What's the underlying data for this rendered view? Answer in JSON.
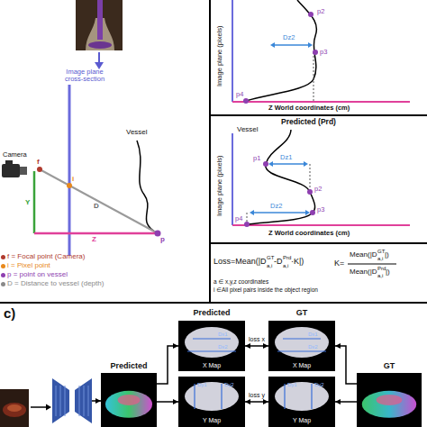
{
  "diagram": {
    "nodes": [
      {
        "text": [
          "Net"
        ]
      },
      {
        "text": [
          "Predicted"
        ]
      },
      {
        "text": [
          "Predicted",
          "X Map",
          "Dx1",
          "Dx2"
        ]
      },
      {
        "text": [
          "GT",
          "X Map",
          "Dx1",
          "Dx2"
        ]
      },
      {
        "text": [
          "Y Map",
          "Dy1",
          "Dy2"
        ]
      },
      {
        "text": [
          "Y Map",
          "Dy1",
          "Dy2"
        ]
      },
      {
        "text": [
          "GT"
        ]
      }
    ],
    "edges": [
      {
        "from": 0,
        "to": 1,
        "arrow": "to"
      },
      {
        "from": 1,
        "to": 2,
        "arrow": "to"
      },
      {
        "from": 1,
        "to": 4,
        "arrow": "to"
      },
      {
        "from": 2,
        "to": 3,
        "label": "loss x",
        "arrow": "both"
      },
      {
        "from": 4,
        "to": 5,
        "label": "loss y",
        "arrow": "both"
      },
      {
        "from": 6,
        "to": 3,
        "arrow": "to"
      },
      {
        "from": 6,
        "to": 5,
        "arrow": "to"
      }
    ],
    "labels": [
      "Image plane cross-section",
      "Vessel",
      "Camera",
      "f",
      "i",
      "D",
      "Y",
      "Z",
      "p",
      "Image plane (pixels)",
      "p2",
      "Dz2",
      "p3",
      "p4",
      "Z World coordinates (cm)",
      "Predicted (Prd)",
      "Vessel",
      "Image plane (pixels)",
      "p1",
      "Dz1",
      "p2",
      "Dz2",
      "p3",
      "p4",
      "Z World coordinates (cm)",
      "Loss=Mean(|D",
      "GT",
      "a,i",
      "-D",
      "Prd",
      "a,i",
      "·K|)",
      "K=",
      "Mean(|D",
      "GT",
      "a,i",
      "|)",
      "Mean(|D",
      "Prd",
      "a,i",
      "|)",
      "a ∈ x,y,z coordinates",
      "i ∈All pixel pairs inside the object region",
      "c)"
    ],
    "legend": [
      {
        "text": "f = Focal point (Camera)",
        "color": "#b03a2e"
      },
      {
        "text": "i = Pixel point",
        "color": "#e8891c"
      },
      {
        "text": "p = point on vessel",
        "color": "#8e3fb0"
      },
      {
        "text": "D = Distance to vessel (depth)",
        "color": "#8a8a8a"
      }
    ]
  }
}
